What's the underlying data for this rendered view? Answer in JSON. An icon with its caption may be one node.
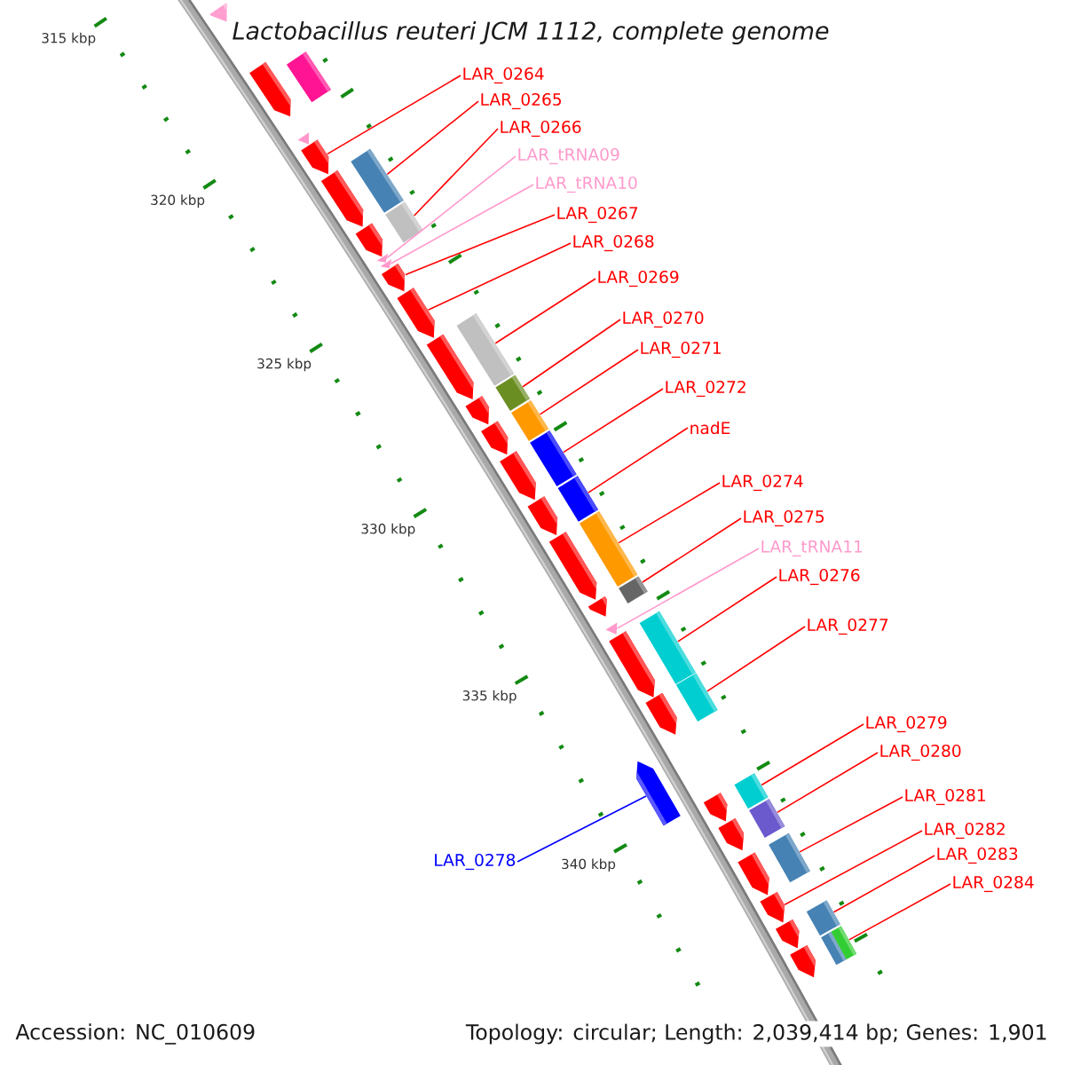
{
  "diagram": {
    "title": "Lactobacillus reuteri JCM 1112, complete genome",
    "nodes": [
      {
        "text": [
          "LAR_0264"
        ]
      },
      {
        "text": [
          "LAR_0265"
        ]
      },
      {
        "text": [
          "LAR_0266"
        ]
      },
      {
        "text": [
          "LAR_tRNA09"
        ]
      },
      {
        "text": [
          "LAR_tRNA10"
        ]
      },
      {
        "text": [
          "LAR_0267"
        ]
      },
      {
        "text": [
          "LAR_0268"
        ]
      },
      {
        "text": [
          "LAR_0269"
        ]
      },
      {
        "text": [
          "LAR_0270"
        ]
      },
      {
        "text": [
          "LAR_0271"
        ]
      },
      {
        "text": [
          "LAR_0272"
        ]
      },
      {
        "text": [
          "nadE"
        ]
      },
      {
        "text": [
          "LAR_0274"
        ]
      },
      {
        "text": [
          "LAR_0275"
        ]
      },
      {
        "text": [
          "LAR_tRNA11"
        ]
      },
      {
        "text": [
          "LAR_0276"
        ]
      },
      {
        "text": [
          "LAR_0277"
        ]
      },
      {
        "text": [
          "LAR_0278"
        ]
      },
      {
        "text": [
          "LAR_0279"
        ]
      },
      {
        "text": [
          "LAR_0280"
        ]
      },
      {
        "text": [
          "LAR_0281"
        ]
      },
      {
        "text": [
          "LAR_0282"
        ]
      },
      {
        "text": [
          "LAR_0283"
        ]
      },
      {
        "text": [
          "LAR_0284"
        ]
      },
      {
        "text": [],
        "shape": "arrow"
      },
      {
        "text": [],
        "shape": "arrow"
      },
      {
        "text": [],
        "shape": "box"
      },
      {
        "text": [],
        "shape": "triangle"
      },
      {
        "text": [],
        "shape": "arrow"
      },
      {
        "text": [],
        "shape": "arrow"
      },
      {
        "text": [],
        "shape": "box"
      },
      {
        "text": [],
        "shape": "arrow"
      },
      {
        "text": [],
        "shape": "box"
      },
      {
        "text": [],
        "shape": "triangle"
      },
      {
        "text": [],
        "shape": "triangle"
      },
      {
        "text": [],
        "shape": "arrow"
      },
      {
        "text": [],
        "shape": "arrow"
      },
      {
        "text": [],
        "shape": "arrow"
      },
      {
        "text": [],
        "shape": "box"
      },
      {
        "text": [],
        "shape": "arrow"
      },
      {
        "text": [],
        "shape": "box"
      },
      {
        "text": [],
        "shape": "arrow"
      },
      {
        "text": [],
        "shape": "box"
      },
      {
        "text": [],
        "shape": "arrow"
      },
      {
        "text": [],
        "shape": "box"
      },
      {
        "text": [],
        "shape": "arrow"
      },
      {
        "text": [],
        "shape": "box"
      },
      {
        "text": [],
        "shape": "arrow"
      },
      {
        "text": [],
        "shape": "box"
      },
      {
        "text": [],
        "shape": "arrow"
      },
      {
        "text": [],
        "shape": "box"
      },
      {
        "text": [],
        "shape": "triangle"
      },
      {
        "text": [],
        "shape": "arrow"
      },
      {
        "text": [],
        "shape": "box"
      },
      {
        "text": [],
        "shape": "arrow"
      },
      {
        "text": [],
        "shape": "box"
      },
      {
        "text": [],
        "shape": "arrow"
      },
      {
        "text": [],
        "shape": "arrow"
      },
      {
        "text": [],
        "shape": "box"
      },
      {
        "text": [],
        "shape": "arrow"
      },
      {
        "text": [],
        "shape": "box"
      },
      {
        "text": [],
        "shape": "arrow"
      },
      {
        "text": [],
        "shape": "box"
      },
      {
        "text": [],
        "shape": "arrow"
      },
      {
        "text": [],
        "shape": "arrow"
      },
      {
        "text": [],
        "shape": "box"
      },
      {
        "text": [],
        "shape": "arrow"
      },
      {
        "text": [],
        "shape": "box"
      }
    ],
    "edges": [
      {
        "from": 0,
        "to": 28,
        "arrow": "none"
      },
      {
        "from": 1,
        "to": 30,
        "arrow": "none"
      },
      {
        "from": 2,
        "to": 32,
        "arrow": "none"
      },
      {
        "from": 3,
        "to": 33,
        "arrow": "none",
        "color": "#ff99cc"
      },
      {
        "from": 4,
        "to": 34,
        "arrow": "none",
        "color": "#ff99cc"
      },
      {
        "from": 5,
        "to": 35,
        "arrow": "none"
      },
      {
        "from": 6,
        "to": 36,
        "arrow": "none"
      },
      {
        "from": 7,
        "to": 38,
        "arrow": "none"
      },
      {
        "from": 8,
        "to": 40,
        "arrow": "none"
      },
      {
        "from": 9,
        "to": 42,
        "arrow": "none"
      },
      {
        "from": 10,
        "to": 44,
        "arrow": "none"
      },
      {
        "from": 11,
        "to": 46,
        "arrow": "none"
      },
      {
        "from": 12,
        "to": 48,
        "arrow": "none"
      },
      {
        "from": 13,
        "to": 50,
        "arrow": "none"
      },
      {
        "from": 14,
        "to": 51,
        "arrow": "none",
        "color": "#ff99cc"
      },
      {
        "from": 15,
        "to": 53,
        "arrow": "none"
      },
      {
        "from": 16,
        "to": 55,
        "arrow": "none"
      },
      {
        "from": 17,
        "to": 56,
        "arrow": "none",
        "color": "#0000ff"
      },
      {
        "from": 18,
        "to": 58,
        "arrow": "none"
      },
      {
        "from": 19,
        "to": 60,
        "arrow": "none"
      },
      {
        "from": 20,
        "to": 62,
        "arrow": "none"
      },
      {
        "from": 21,
        "to": 63,
        "arrow": "none"
      },
      {
        "from": 22,
        "to": 65,
        "arrow": "none"
      },
      {
        "from": 23,
        "to": 67,
        "arrow": "none"
      }
    ],
    "labels": [
      "315 kbp",
      "320 kbp",
      "325 kbp",
      "330 kbp",
      "335 kbp",
      "340 kbp",
      "Accession: NC_010609",
      "Topology: circular; Length: 2,039,414 bp; Genes: 1,901"
    ]
  }
}
